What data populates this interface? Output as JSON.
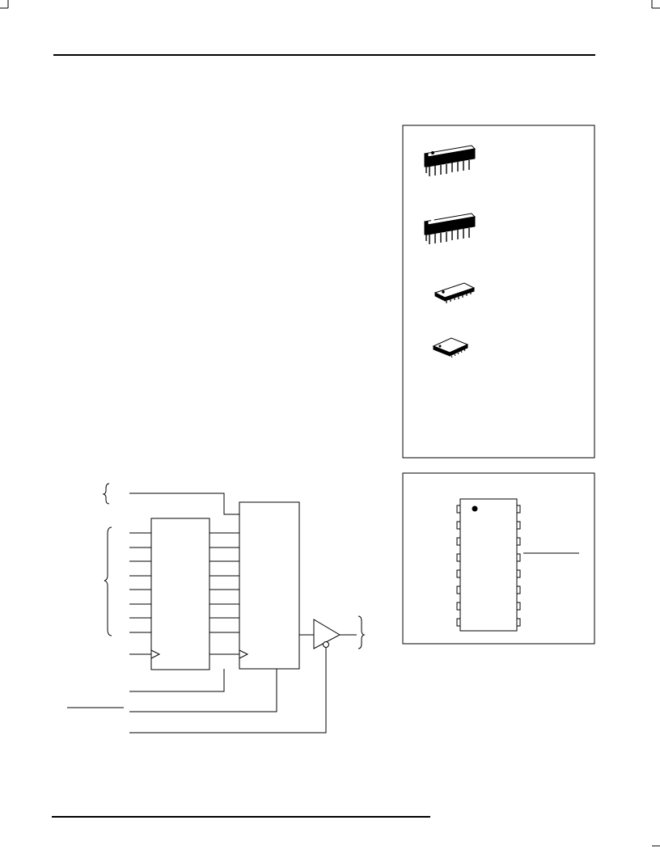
{
  "page": {
    "background": "#ffffff",
    "ink": "#000000"
  },
  "header_rule": {},
  "footer_rule": {},
  "packages_panel": {
    "packages": [
      {
        "icon": "dip-package-icon",
        "pins_per_side": 8
      },
      {
        "icon": "dip-package-icon",
        "pins_per_side": 8
      },
      {
        "icon": "soic-package-icon",
        "pins_per_side": 8
      },
      {
        "icon": "tssop-package-icon",
        "pins_per_side": 8
      }
    ]
  },
  "pinout_panel": {
    "pins_per_side": 8,
    "pin1_marker": true
  },
  "logic_diagram": {
    "data_inputs": 8,
    "register_outputs": 8,
    "blocks": [
      "shift-register",
      "storage-register",
      "output-buffer"
    ]
  }
}
